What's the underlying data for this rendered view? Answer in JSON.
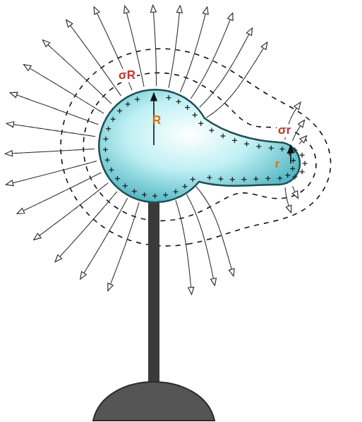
{
  "diagram": {
    "labels": [
      "σR",
      "R",
      "σr",
      "r"
    ]
  }
}
